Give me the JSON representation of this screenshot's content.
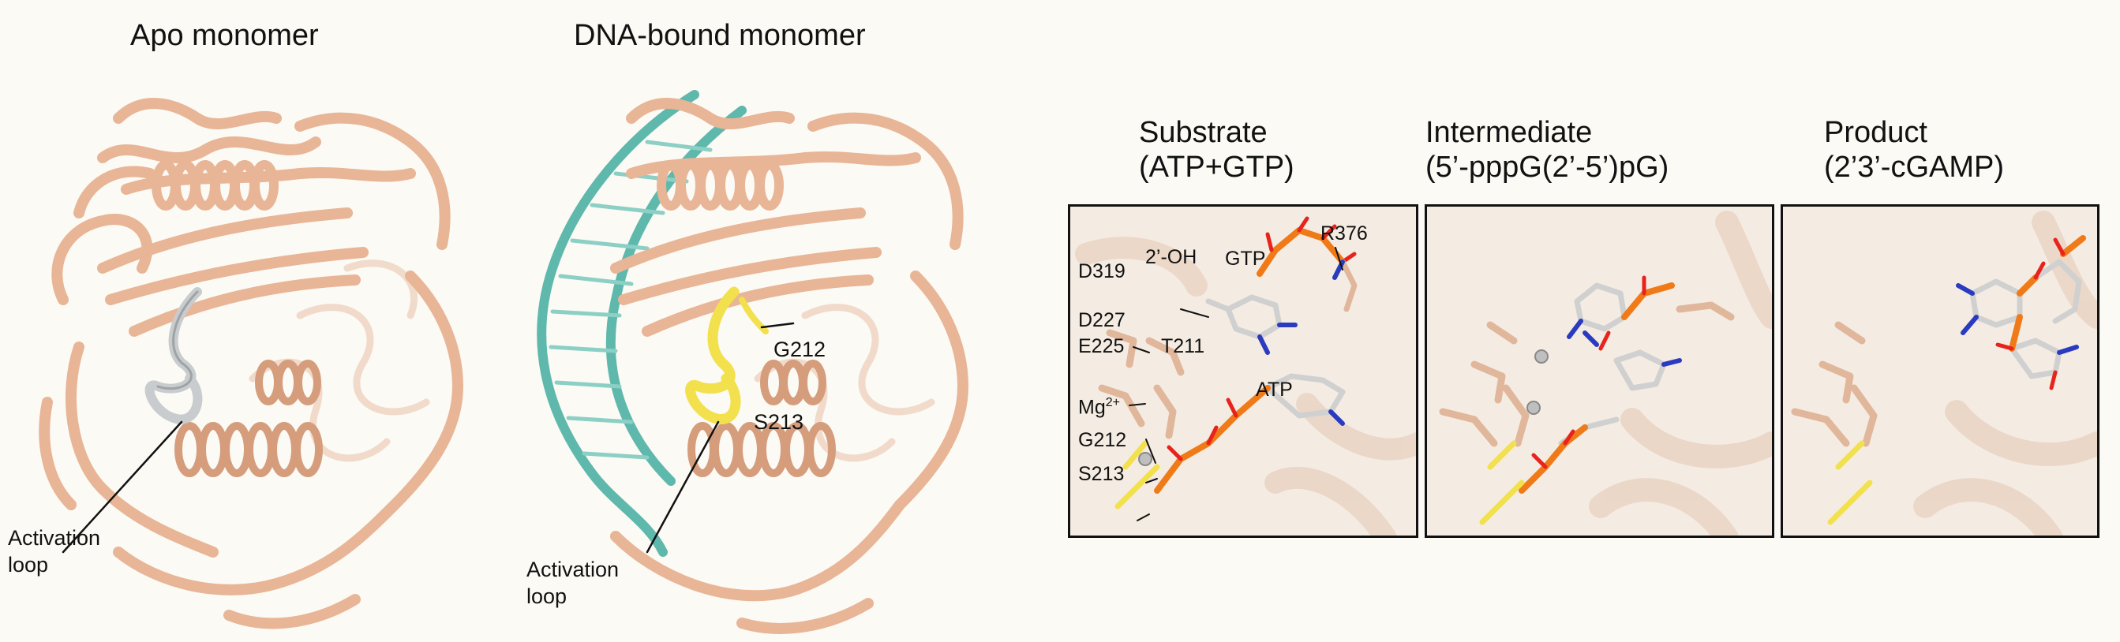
{
  "left_titles": {
    "apo": "Apo monomer",
    "dna": "DNA-bound monomer"
  },
  "apo_labels": {
    "activation_loop": "Activation loop"
  },
  "dna_labels": {
    "g212": "G212",
    "s213": "S213",
    "activation_loop": "Activation loop"
  },
  "panels": [
    {
      "title_line1": "Substrate",
      "title_line2": "(ATP+GTP)"
    },
    {
      "title_line1": "Intermediate",
      "title_line2": "(5’-pppG(2’-5’)pG)"
    },
    {
      "title_line1": "Product",
      "title_line2": "(2’3’-cGAMP)"
    }
  ],
  "substrate_labels": {
    "r376": "R376",
    "d319": "D319",
    "two_oh": "2’-OH",
    "gtp": "GTP",
    "d227": "D227",
    "e225": "E225",
    "t211": "T211",
    "atp": "ATP",
    "mg": "Mg",
    "mg_sup": "2+",
    "g212": "G212",
    "s213": "S213"
  },
  "colors": {
    "protein": "#e8b596",
    "protein_dark": "#c98a68",
    "dna": "#5fb8ac",
    "loop_apo": "#c9ccce",
    "loop_bound": "#f2e04d",
    "phosphate": "#f07a18",
    "oxygen": "#e8231c",
    "nitrogen": "#2a3bc0",
    "carbon": "#d8d8d8"
  }
}
